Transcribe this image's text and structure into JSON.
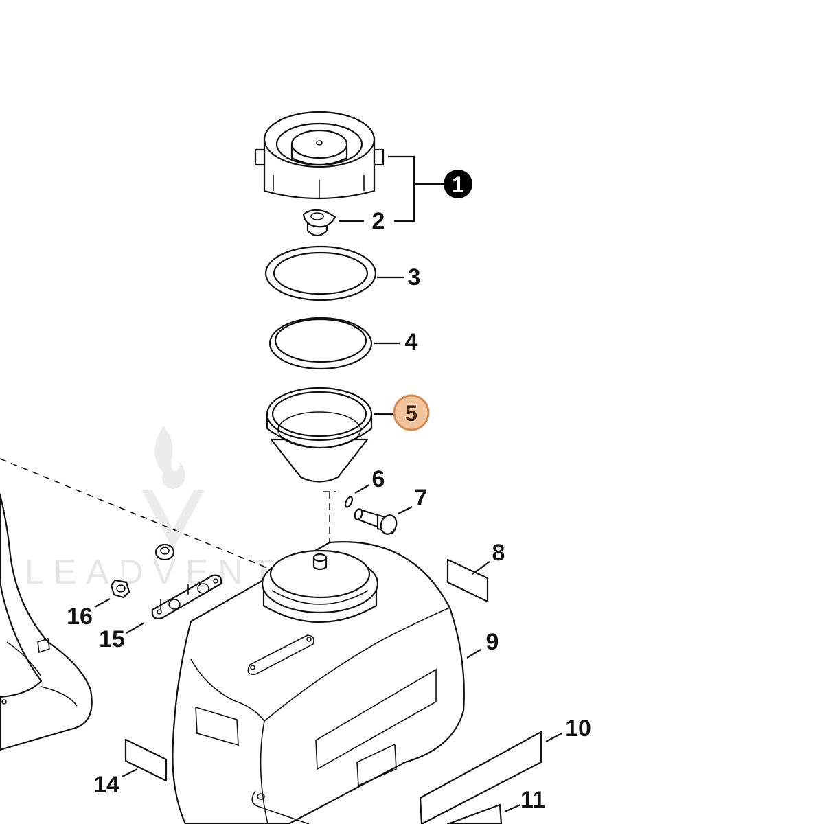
{
  "watermark": {
    "text": "LEADVENTURE"
  },
  "callouts": [
    {
      "id": "1",
      "text": "1",
      "style": "filled"
    },
    {
      "id": "2",
      "text": "2"
    },
    {
      "id": "3",
      "text": "3"
    },
    {
      "id": "4",
      "text": "4"
    },
    {
      "id": "5",
      "text": "5",
      "style": "highlighted"
    },
    {
      "id": "6",
      "text": "6"
    },
    {
      "id": "7",
      "text": "7"
    },
    {
      "id": "8",
      "text": "8"
    },
    {
      "id": "9",
      "text": "9"
    },
    {
      "id": "10",
      "text": "10"
    },
    {
      "id": "11",
      "text": "11"
    },
    {
      "id": "14",
      "text": "14"
    },
    {
      "id": "15",
      "text": "15"
    },
    {
      "id": "16",
      "text": "16"
    }
  ],
  "colors": {
    "line": "#111111",
    "highlight_fill": "#f1c39d",
    "highlight_stroke": "#d9894a",
    "highlight_text": "#3a2410",
    "filled_callout": "#000000",
    "watermark": "#e6e6e6"
  }
}
